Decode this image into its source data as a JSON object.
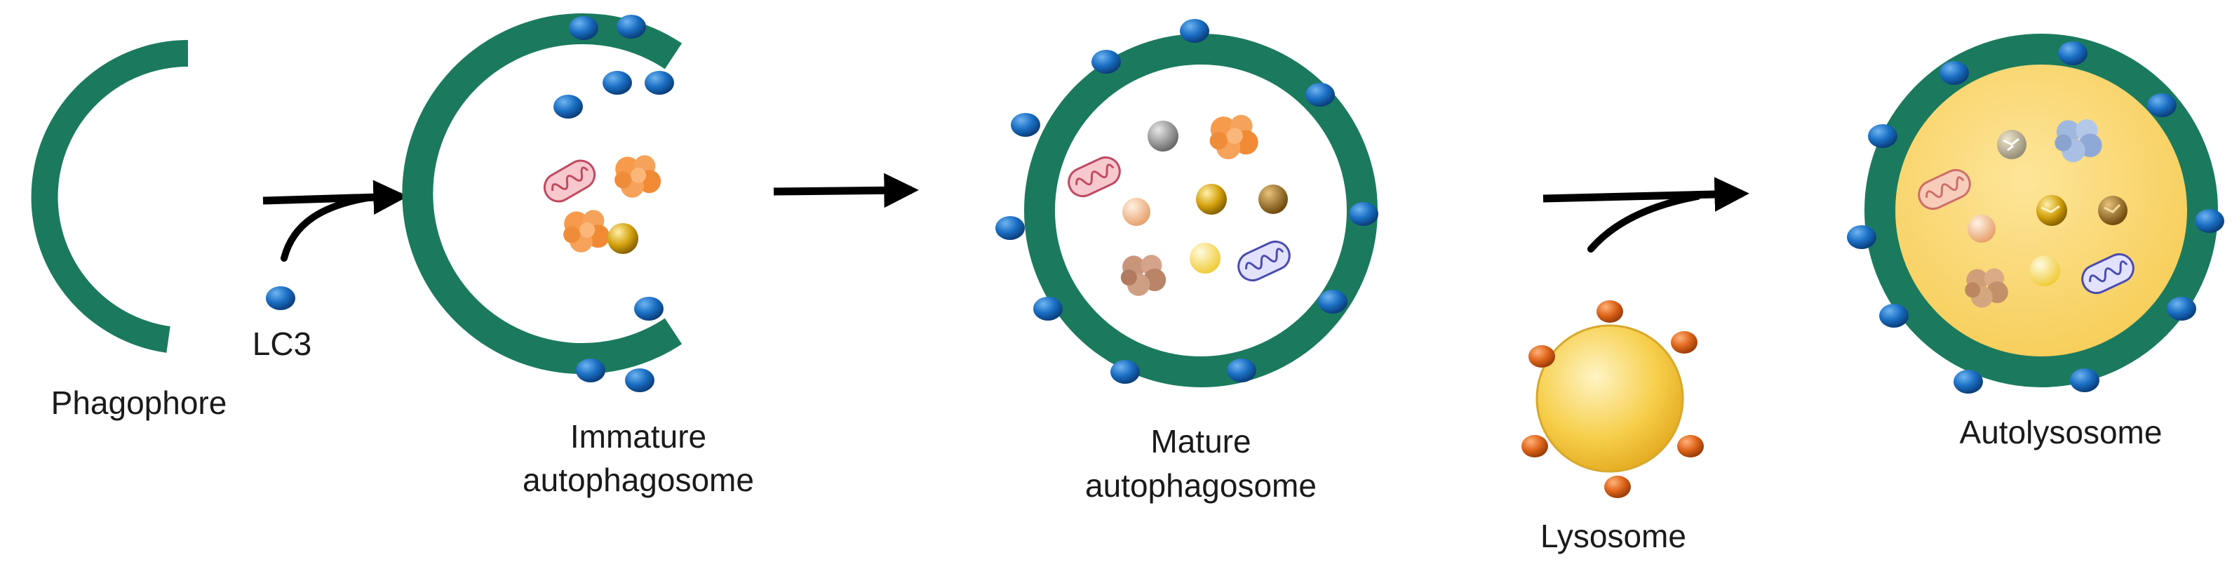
{
  "labels": {
    "phagophore": "Phagophore",
    "lc3": "LC3",
    "immature_line1": "Immature",
    "immature_line2": "autophagosome",
    "mature_line1": "Mature",
    "mature_line2": "autophagosome",
    "lysosome": "Lysosome",
    "autolysosome": "Autolysosome"
  },
  "colors": {
    "membrane": "#1b7a5e",
    "lc3_protein": "#1a6fc4",
    "lysosome_fill": "#f6cf4b",
    "lysosome_protein": "#e0661c",
    "arrow": "#000000"
  }
}
